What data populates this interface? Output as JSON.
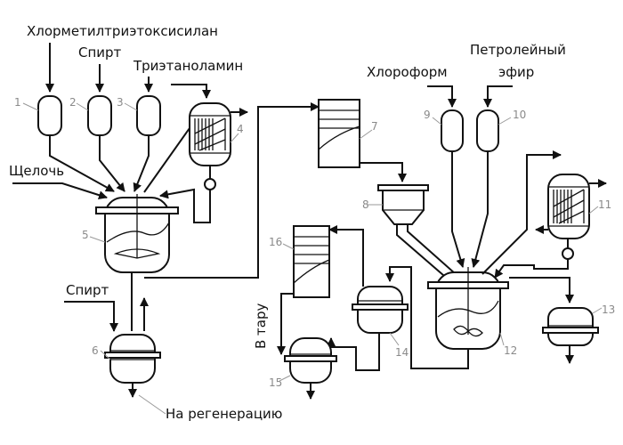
{
  "labels": {
    "chloromethyl": "Хлорметилтриэтоксисилан",
    "spirt_top": "Спирт",
    "triethanolamine": "Триэтаноламин",
    "alkali": "Щелочь",
    "spirt_left": "Спирт",
    "chloroform": "Хлороформ",
    "petroleum_line1": "Петролейный",
    "petroleum_line2": "эфир",
    "to_container": "В тару",
    "to_regeneration": "На регенерацию"
  },
  "numbers": {
    "n1": "1",
    "n2": "2",
    "n3": "3",
    "n4": "4",
    "n5": "5",
    "n6": "6",
    "n7": "7",
    "n8": "8",
    "n9": "9",
    "n10": "10",
    "n11": "11",
    "n12": "12",
    "n13": "13",
    "n14": "14",
    "n15": "15",
    "n16": "16"
  }
}
